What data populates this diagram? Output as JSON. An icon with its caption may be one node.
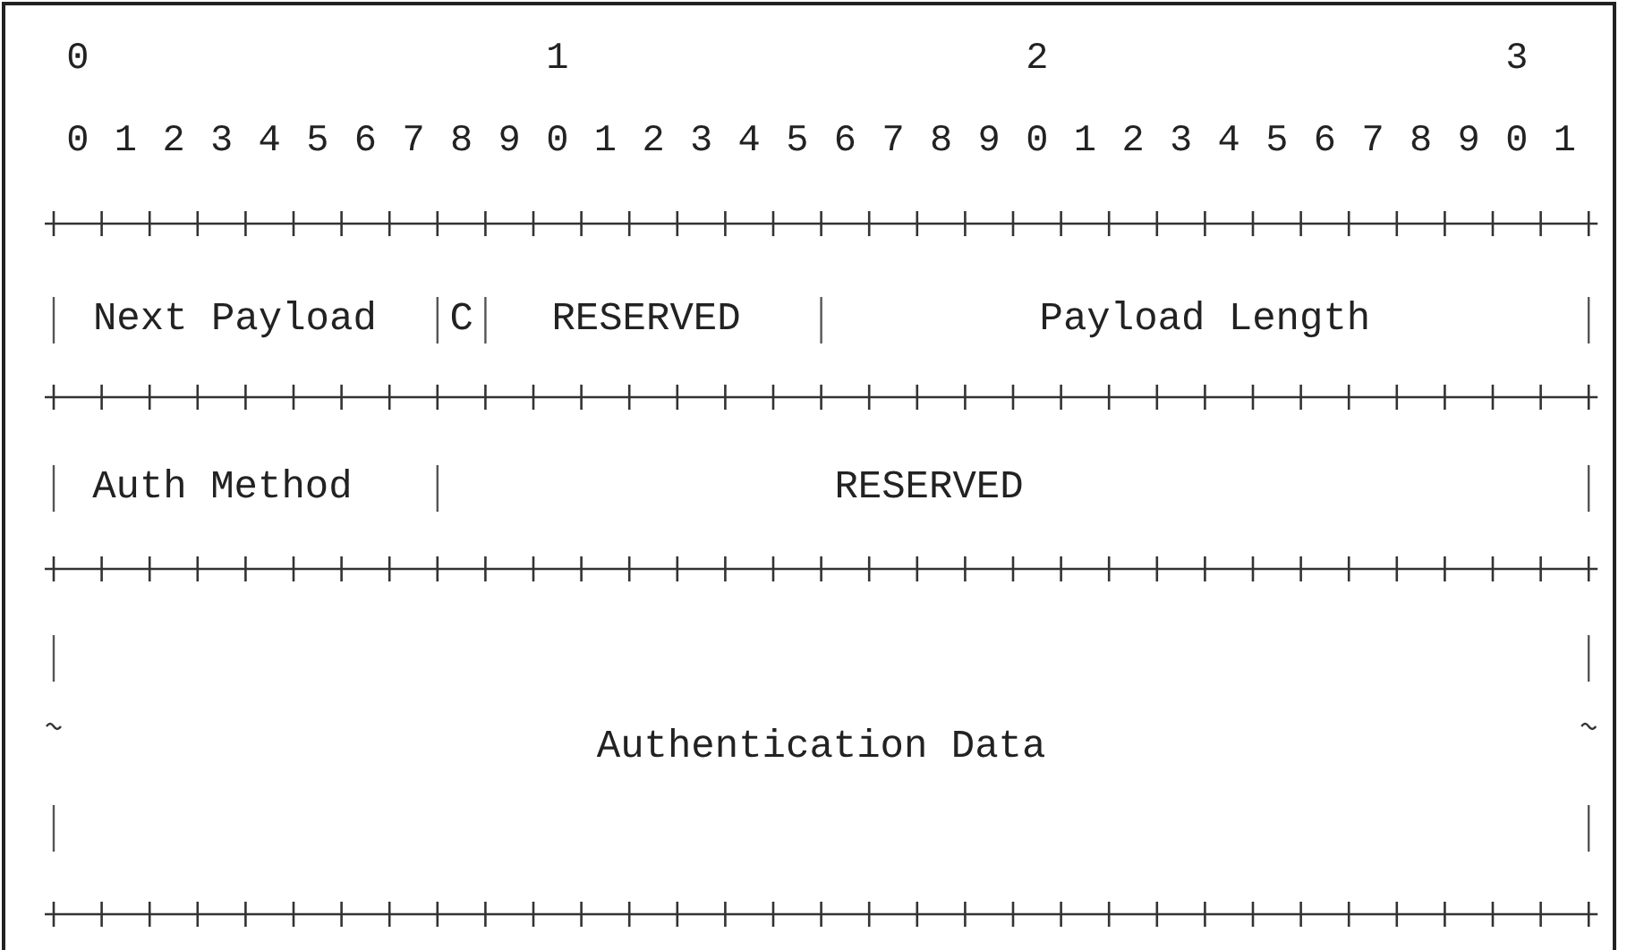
{
  "diagram": {
    "nodes": [
      {
        "text": [
          "Next Payload"
        ]
      },
      {
        "text": [
          "C"
        ]
      },
      {
        "text": [
          "RESERVED"
        ]
      },
      {
        "text": [
          "Payload Length"
        ]
      },
      {
        "text": [
          "Auth Method"
        ]
      },
      {
        "text": [
          "RESERVED"
        ]
      },
      {
        "text": [
          "Authentication Data"
        ]
      }
    ],
    "labels": [
      "0",
      "1",
      "2",
      "3",
      "0",
      "1",
      "2",
      "3",
      "4",
      "5",
      "6",
      "7",
      "8",
      "9",
      "0",
      "1",
      "2",
      "3",
      "4",
      "5",
      "6",
      "7",
      "8",
      "9",
      "0",
      "1",
      "2",
      "3",
      "4",
      "5",
      "6",
      "7",
      "8",
      "9",
      "0",
      "1"
    ]
  }
}
